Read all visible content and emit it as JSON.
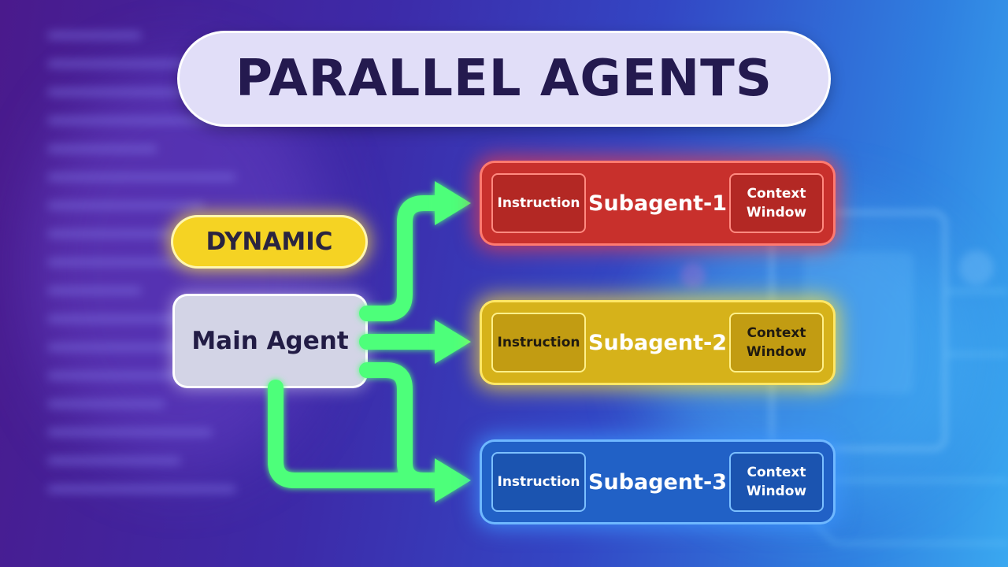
{
  "title": "PARALLEL AGENTS",
  "badge": "DYNAMIC",
  "main_agent": "Main Agent",
  "subagents": [
    {
      "name": "Subagent-1",
      "instruction": "Instruction",
      "context": "Context\nWindow",
      "color": "#c8302c"
    },
    {
      "name": "Subagent-2",
      "instruction": "Instruction",
      "context": "Context\nWindow",
      "color": "#d6b21a"
    },
    {
      "name": "Subagent-3",
      "instruction": "Instruction",
      "context": "Context\nWindow",
      "color": "#2161c6"
    }
  ],
  "colors": {
    "arrow": "#4dff7a",
    "badge": "#f5d323",
    "title_bg": "#e1def8"
  }
}
